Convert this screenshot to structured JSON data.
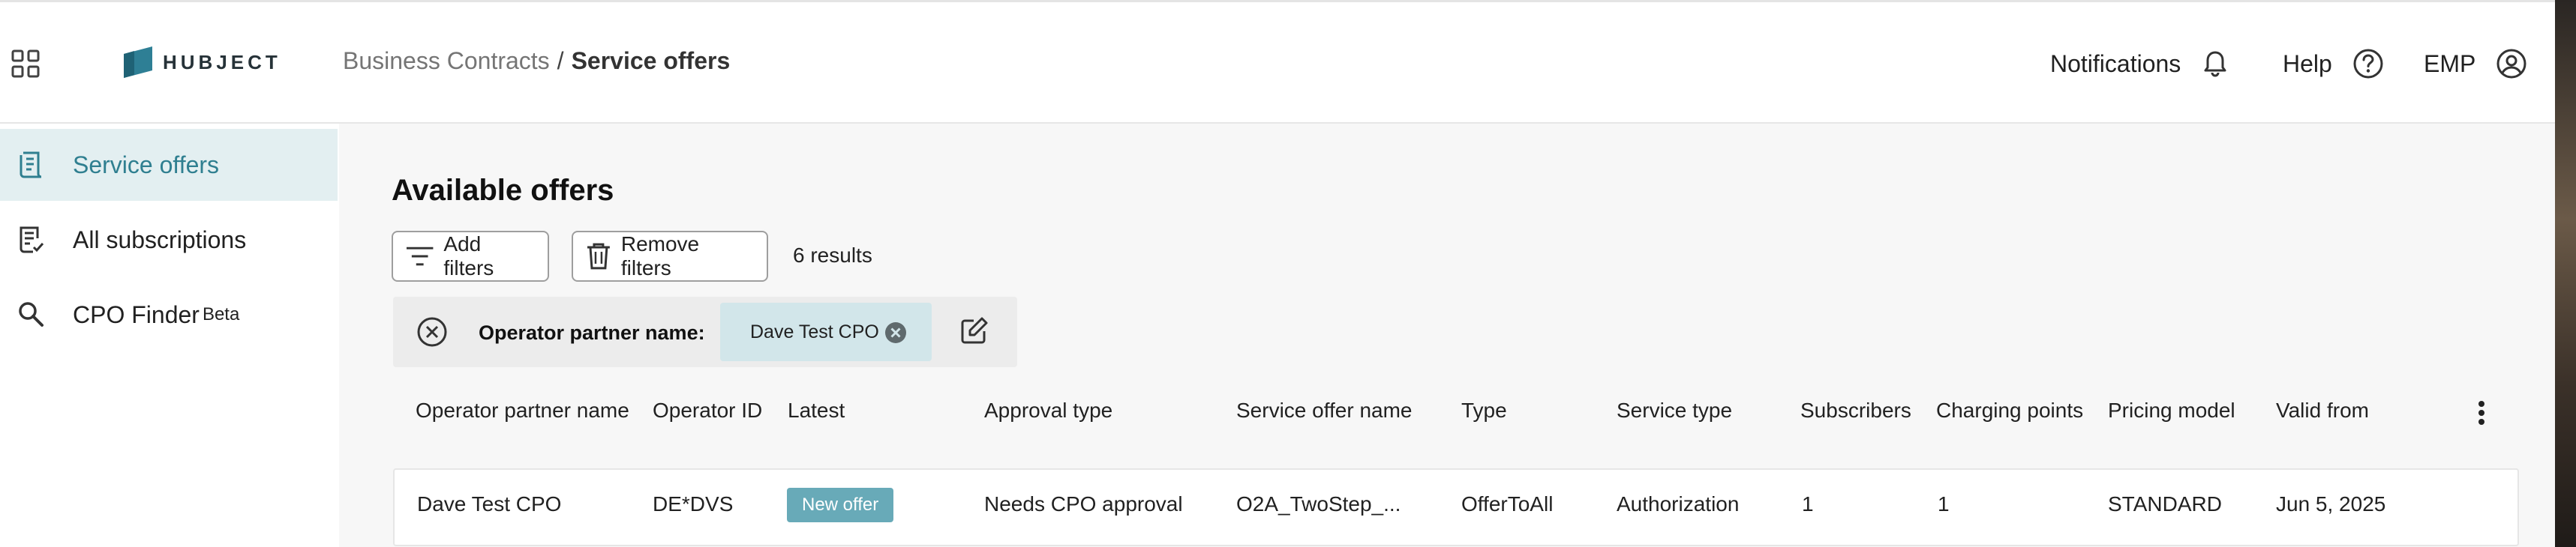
{
  "header": {
    "app_name": "HUBJECT",
    "breadcrumb": {
      "parent": "Business Contracts",
      "separator": "/",
      "current": "Service offers"
    },
    "notifications_label": "Notifications",
    "help_label": "Help",
    "user_label": "EMP"
  },
  "sidebar": {
    "items": [
      {
        "label": "Service offers",
        "icon": "document-icon",
        "active": true
      },
      {
        "label": "All subscriptions",
        "icon": "subscriptions-icon",
        "active": false
      },
      {
        "label": "CPO Finder",
        "badge": "Beta",
        "icon": "search-icon",
        "active": false
      }
    ]
  },
  "main": {
    "title": "Available offers",
    "add_filters_label": "Add filters",
    "remove_filters_label": "Remove filters",
    "results_text": "6 results",
    "active_filter": {
      "label": "Operator partner name:",
      "value": "Dave Test CPO"
    },
    "table": {
      "columns": [
        "Operator partner name",
        "Operator ID",
        "Latest",
        "Approval type",
        "Service offer name",
        "Type",
        "Service type",
        "Subscribers",
        "Charging points",
        "Pricing model",
        "Valid from"
      ],
      "rows": [
        {
          "operator_partner_name": "Dave Test CPO",
          "operator_id": "DE*DVS",
          "latest": "New offer",
          "approval_type": "Needs CPO approval",
          "service_offer_name": "O2A_TwoStep_...",
          "type": "OfferToAll",
          "service_type": "Authorization",
          "subscribers": "1",
          "charging_points": "1",
          "pricing_model": "STANDARD",
          "valid_from": "Jun 5, 2025"
        }
      ]
    }
  },
  "colors": {
    "accent": "#2f7f90",
    "active_nav_bg": "#e3eff1",
    "badge_bg": "#68aab8",
    "filter_chip_bg": "#d2e6ea",
    "logo_mark": "#2e7f95"
  }
}
